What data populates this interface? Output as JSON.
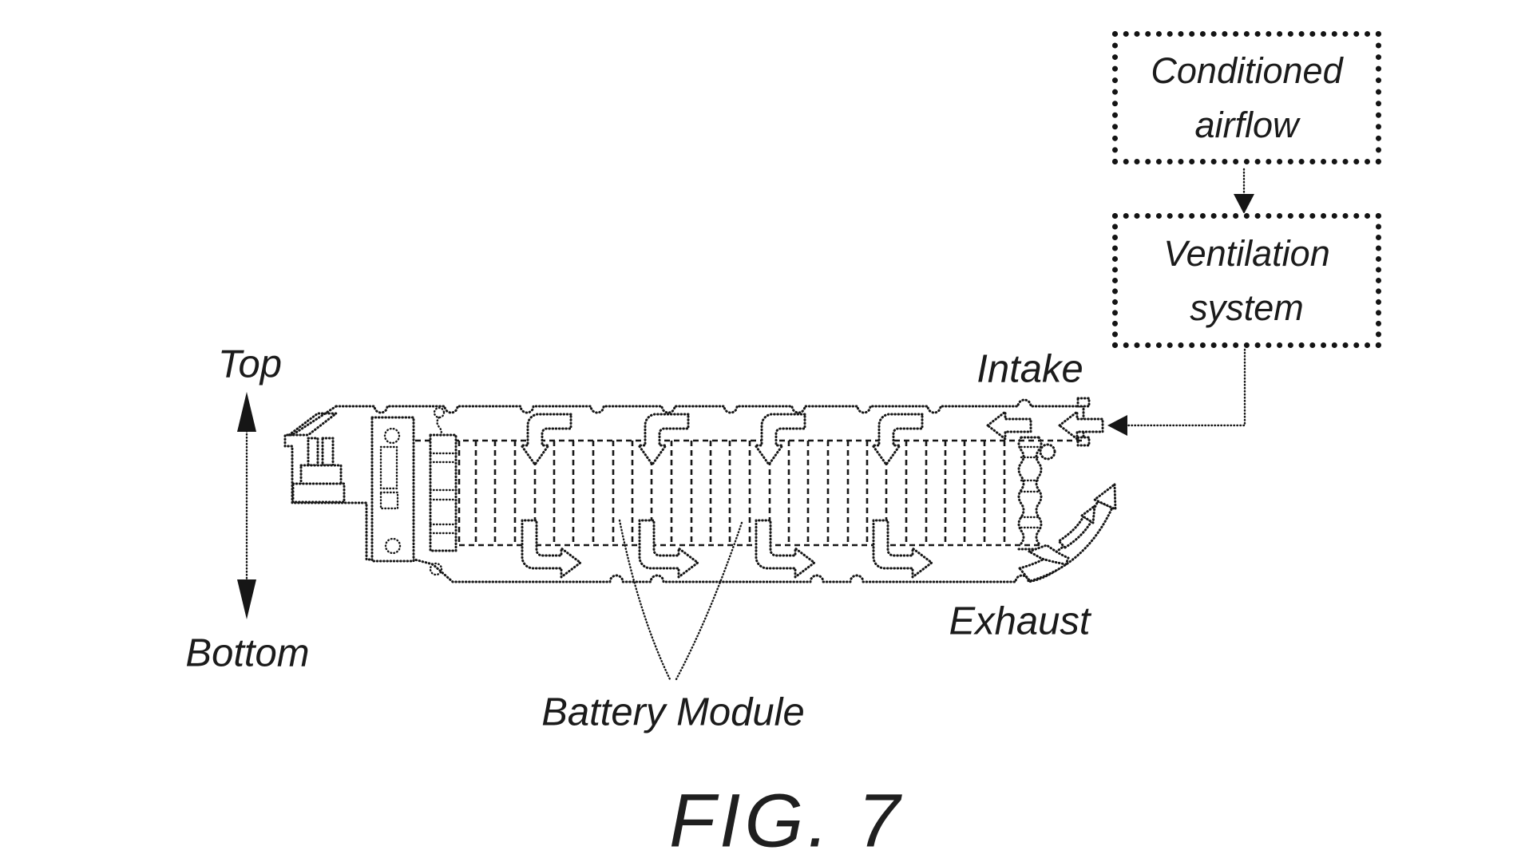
{
  "figure": {
    "caption": "FIG. 7",
    "flowchart": {
      "conditioned_airflow_label": "Conditioned airflow",
      "ventilation_system_label": "Ventilation system"
    },
    "orientation": {
      "top_label": "Top",
      "bottom_label": "Bottom"
    },
    "airflow": {
      "intake_label": "Intake",
      "exhaust_label": "Exhaust"
    },
    "components": {
      "battery_module_label": "Battery Module"
    },
    "icons": {
      "down_arrow": "flowchart-connector-down-arrow",
      "left_arrow": "ventilation-to-module-arrow",
      "intake_arrows": "intake-airflow-arrows",
      "exhaust_arrows": "exhaust-airflow-arrows",
      "cell_arrows": "airflow-through-cells-arrows",
      "orientation_arrow": "top-bottom-double-arrow"
    },
    "colors": {
      "line": "#161616",
      "text": "#1b1b1b",
      "background": "#ffffff"
    }
  }
}
